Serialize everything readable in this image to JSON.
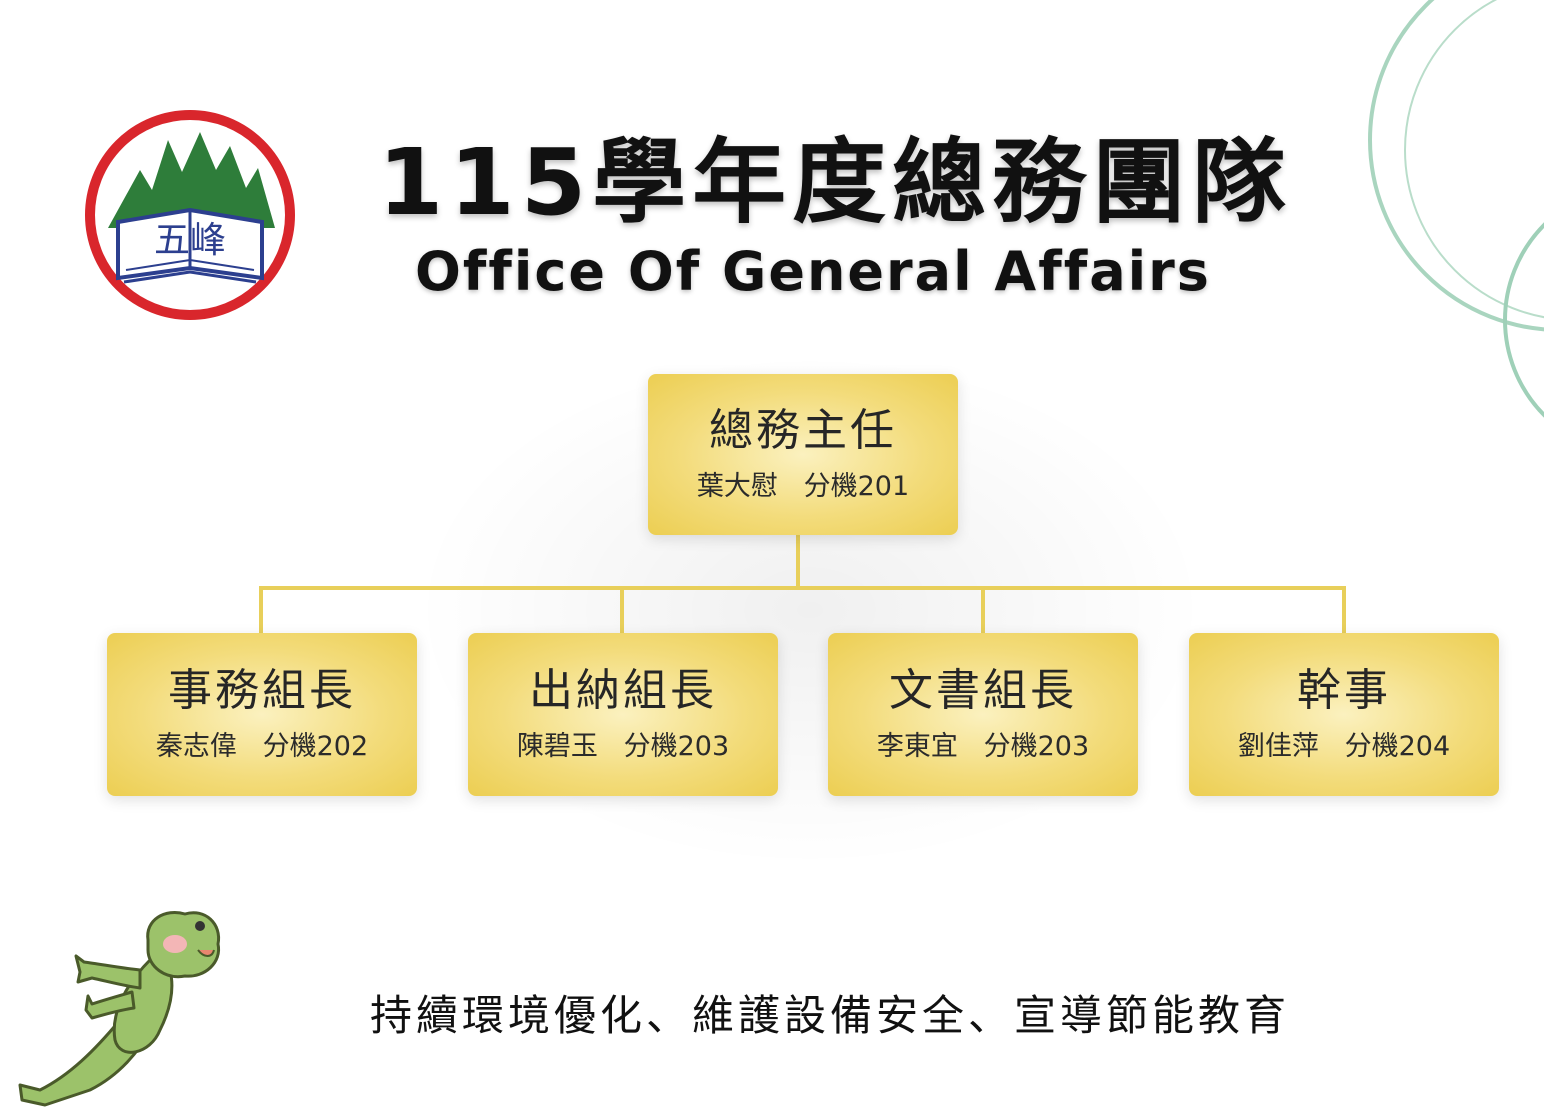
{
  "header": {
    "title_zh": "115學年度總務團隊",
    "title_en": "Office Of General Affairs"
  },
  "logo": {
    "text": "五峰",
    "ring_color": "#d9262c",
    "mountain_color": "#2e7d3a",
    "book_color": "#2c3f8f"
  },
  "org_chart": {
    "head": {
      "role": "總務主任",
      "person": "葉大慰",
      "extension": "分機201"
    },
    "members": [
      {
        "role": "事務組長",
        "person": "秦志偉",
        "extension": "分機202"
      },
      {
        "role": "出納組長",
        "person": "陳碧玉",
        "extension": "分機203"
      },
      {
        "role": "文書組長",
        "person": "李東宜",
        "extension": "分機203"
      },
      {
        "role": "幹事",
        "person": "劉佳萍",
        "extension": "分機204"
      }
    ],
    "box_color": "#f3dc7c",
    "line_color": "#e8cf5a"
  },
  "motto": "持續環境優化、維護設備安全、宣導節能教育",
  "decor": {
    "circle_color": "#9fd0b8",
    "frog_color": "#9cc26a"
  }
}
